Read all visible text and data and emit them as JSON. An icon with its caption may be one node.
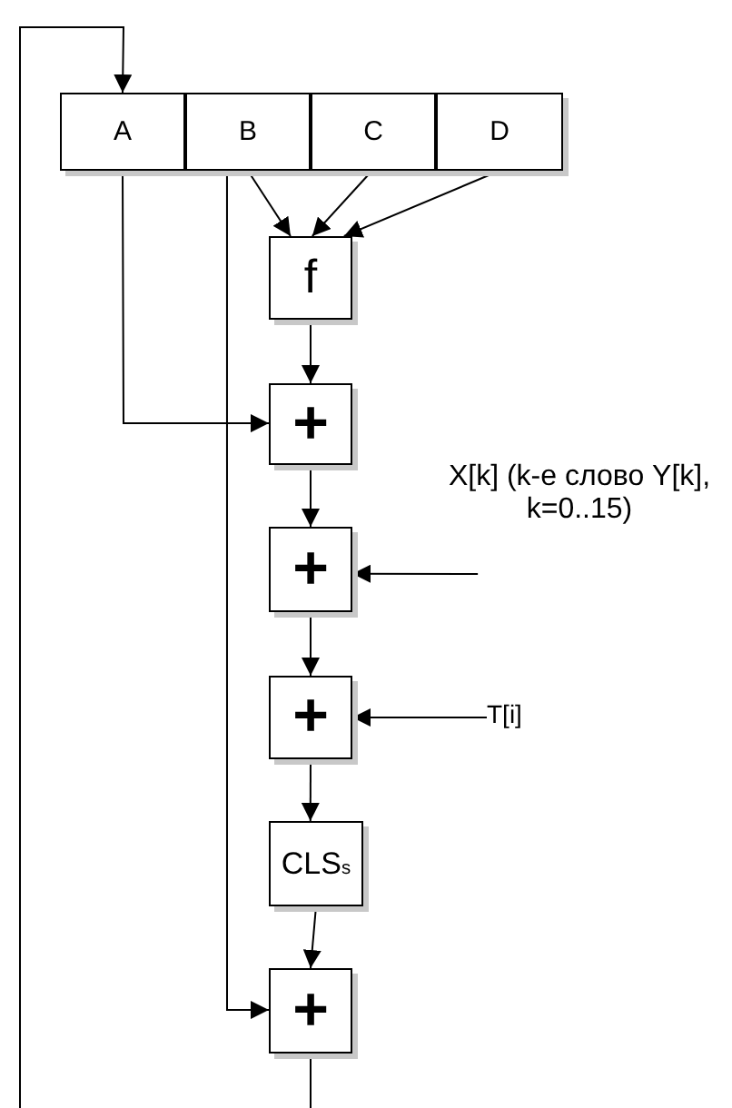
{
  "diagram": {
    "nodes": [
      {
        "text": [
          "A"
        ]
      },
      {
        "text": [
          "B"
        ]
      },
      {
        "text": [
          "C"
        ]
      },
      {
        "text": [
          "D"
        ]
      },
      {
        "text": [
          "f"
        ]
      },
      {
        "text": [
          "+"
        ]
      },
      {
        "text": [
          "+"
        ]
      },
      {
        "text": [
          "+"
        ]
      },
      {
        "text": [
          "CLS$_{s}$"
        ]
      },
      {
        "text": [
          "+"
        ]
      },
      {
        "text": [
          "X[k] (k-e слово Y[k], k=0..15)"
        ]
      },
      {
        "text": [
          "T[i]"
        ]
      }
    ],
    "edges": [
      {
        "from": null,
        "to": 0,
        "arrow": "to"
      },
      {
        "from": 0,
        "to": 5,
        "arrow": "to"
      },
      {
        "from": 1,
        "to": 9,
        "arrow": "to"
      },
      {
        "from": 1,
        "to": 4,
        "arrow": "to"
      },
      {
        "from": 2,
        "to": 4,
        "arrow": "to"
      },
      {
        "from": 3,
        "to": 4,
        "arrow": "to"
      },
      {
        "from": 4,
        "to": 5,
        "arrow": "to"
      },
      {
        "from": 5,
        "to": 6,
        "arrow": "to"
      },
      {
        "from": 10,
        "to": 6,
        "arrow": "to"
      },
      {
        "from": 6,
        "to": 7,
        "arrow": "to"
      },
      {
        "from": 11,
        "to": 7,
        "arrow": "to"
      },
      {
        "from": 7,
        "to": 8,
        "arrow": "to"
      },
      {
        "from": 8,
        "to": 9,
        "arrow": "to"
      },
      {
        "from": 9,
        "to": null,
        "arrow": "none"
      }
    ]
  }
}
